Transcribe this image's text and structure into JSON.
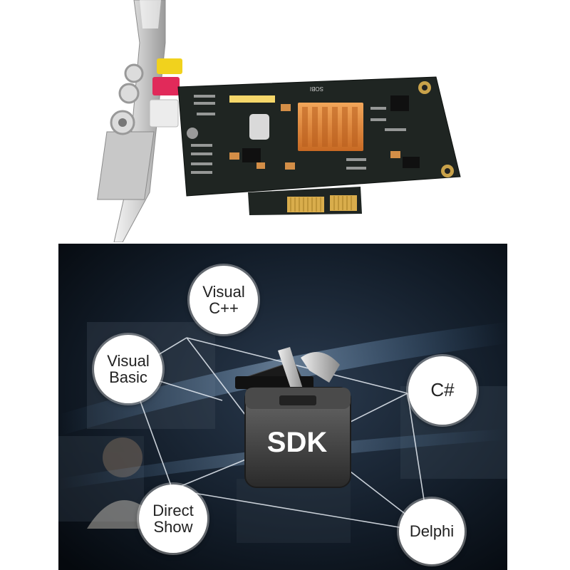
{
  "card": {
    "silkscreen": "SOBI"
  },
  "sdk": {
    "box_label": "SDK",
    "nodes": {
      "visual_cpp": "Visual\nC++",
      "visual_basic": "Visual\nBasic",
      "csharp": "C#",
      "direct_show": "Direct\nShow",
      "delphi": "Delphi"
    }
  },
  "colors": {
    "pcb": "#1f2522",
    "heatsink": "#e0893c",
    "gold": "#d9ad4c",
    "panel_bg": "#0b1420",
    "beam": "#6fb6ff",
    "node_fill": "#ffffff"
  }
}
